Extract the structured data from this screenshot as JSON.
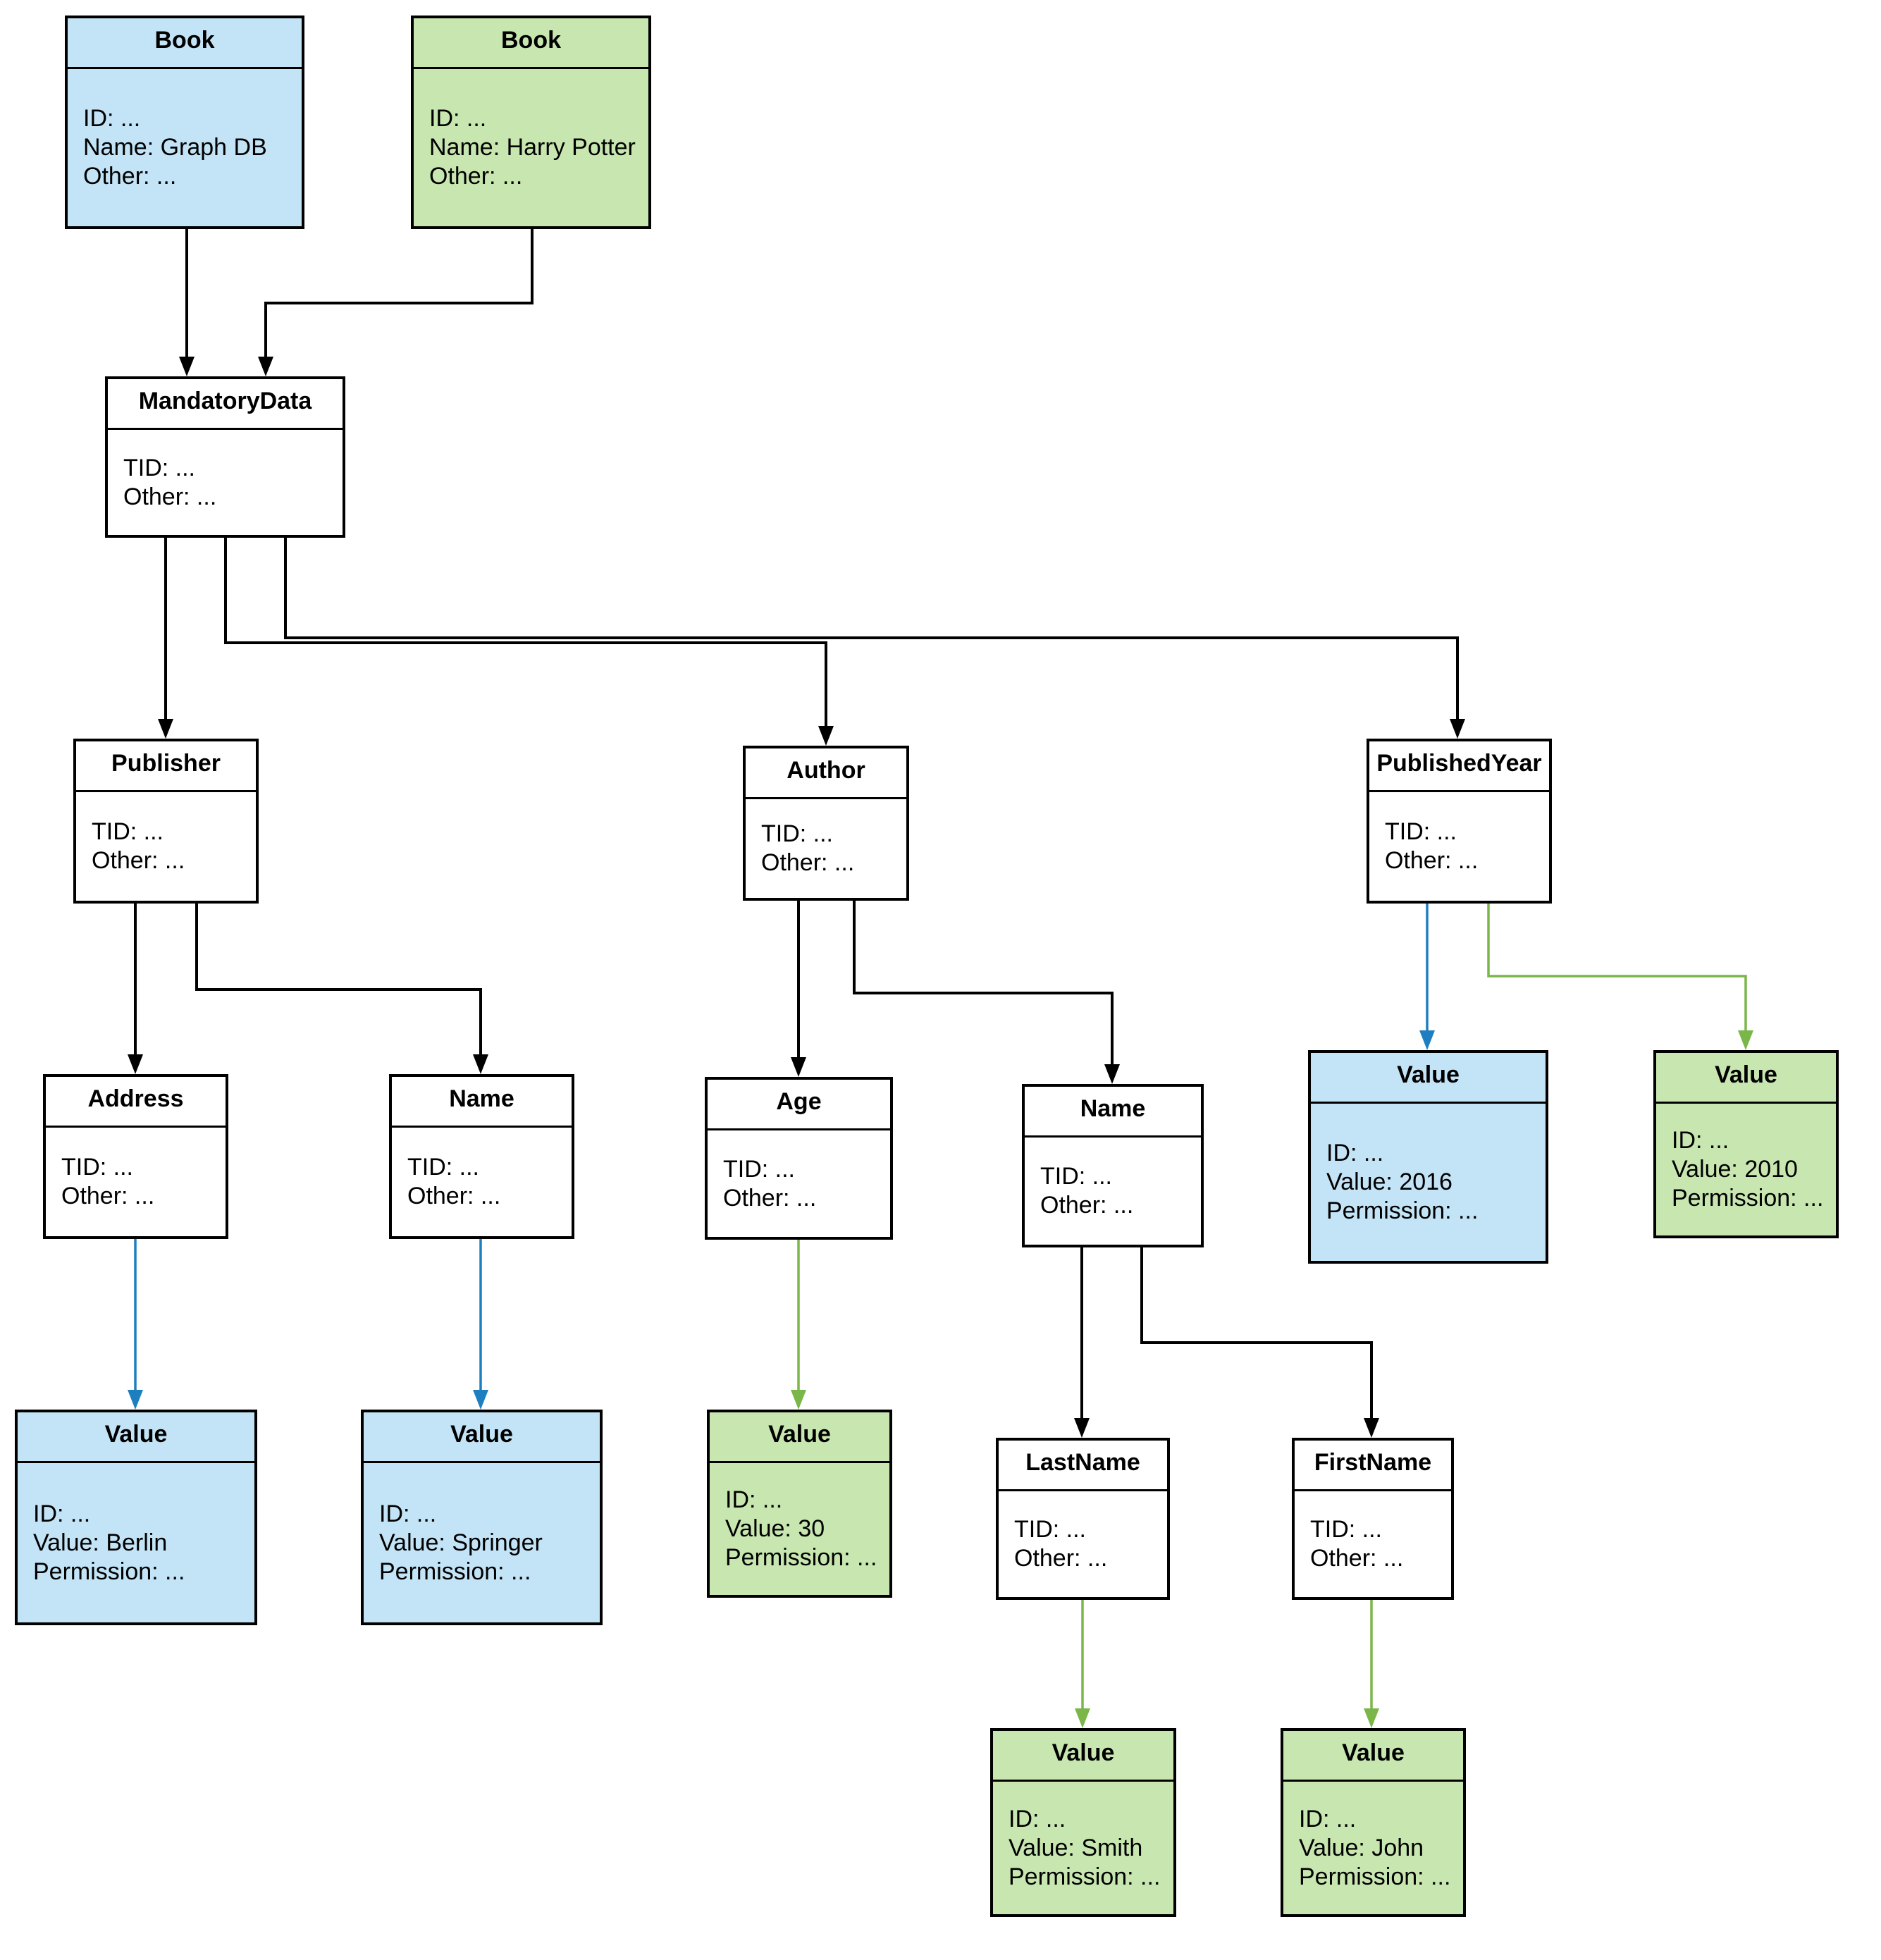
{
  "colors": {
    "blue": "#c3e4f6",
    "green": "#c8e7b0",
    "edge_black": "#000000",
    "edge_blue": "#1d7fbf",
    "edge_green": "#7ab648"
  },
  "nodes": [
    {
      "id": "book-graphdb",
      "title": "Book",
      "theme": "blue",
      "lines": [
        "ID: ...",
        "Name: Graph DB",
        "Other: ..."
      ]
    },
    {
      "id": "book-harrypotter",
      "title": "Book",
      "theme": "green",
      "lines": [
        "ID: ...",
        "Name: Harry Potter",
        "Other: ..."
      ]
    },
    {
      "id": "mandatorydata",
      "title": "MandatoryData",
      "theme": "white",
      "lines": [
        "TID: ...",
        "Other: ..."
      ]
    },
    {
      "id": "publisher",
      "title": "Publisher",
      "theme": "white",
      "lines": [
        "TID: ...",
        "Other: ..."
      ]
    },
    {
      "id": "author",
      "title": "Author",
      "theme": "white",
      "lines": [
        "TID: ...",
        "Other: ..."
      ]
    },
    {
      "id": "publishedyear",
      "title": "PublishedYear",
      "theme": "white",
      "lines": [
        "TID: ...",
        "Other: ..."
      ]
    },
    {
      "id": "address",
      "title": "Address",
      "theme": "white",
      "lines": [
        "TID: ...",
        "Other: ..."
      ]
    },
    {
      "id": "publisher-name",
      "title": "Name",
      "theme": "white",
      "lines": [
        "TID: ...",
        "Other: ..."
      ]
    },
    {
      "id": "age",
      "title": "Age",
      "theme": "white",
      "lines": [
        "TID: ...",
        "Other: ..."
      ]
    },
    {
      "id": "author-name",
      "title": "Name",
      "theme": "white",
      "lines": [
        "TID: ...",
        "Other: ..."
      ]
    },
    {
      "id": "value-2016",
      "title": "Value",
      "theme": "blue",
      "lines": [
        "ID: ...",
        "Value: 2016",
        "Permission: ..."
      ]
    },
    {
      "id": "value-2010",
      "title": "Value",
      "theme": "green",
      "lines": [
        "ID: ...",
        "Value: 2010",
        "Permission: ..."
      ]
    },
    {
      "id": "value-berlin",
      "title": "Value",
      "theme": "blue",
      "lines": [
        "ID: ...",
        "Value: Berlin",
        "Permission: ..."
      ]
    },
    {
      "id": "value-springer",
      "title": "Value",
      "theme": "blue",
      "lines": [
        "ID: ...",
        "Value: Springer",
        "Permission: ..."
      ]
    },
    {
      "id": "value-30",
      "title": "Value",
      "theme": "green",
      "lines": [
        "ID: ...",
        "Value: 30",
        "Permission: ..."
      ]
    },
    {
      "id": "lastname",
      "title": "LastName",
      "theme": "white",
      "lines": [
        "TID: ...",
        "Other: ..."
      ]
    },
    {
      "id": "firstname",
      "title": "FirstName",
      "theme": "white",
      "lines": [
        "TID: ...",
        "Other: ..."
      ]
    },
    {
      "id": "value-smith",
      "title": "Value",
      "theme": "green",
      "lines": [
        "ID: ...",
        "Value: Smith",
        "Permission: ..."
      ]
    },
    {
      "id": "value-john",
      "title": "Value",
      "theme": "green",
      "lines": [
        "ID: ...",
        "Value: John",
        "Permission: ..."
      ]
    }
  ],
  "edges": [
    {
      "from": "book-graphdb",
      "to": "mandatorydata",
      "color": "black"
    },
    {
      "from": "book-harrypotter",
      "to": "mandatorydata",
      "color": "black"
    },
    {
      "from": "mandatorydata",
      "to": "publisher",
      "color": "black"
    },
    {
      "from": "mandatorydata",
      "to": "author",
      "color": "black"
    },
    {
      "from": "mandatorydata",
      "to": "publishedyear",
      "color": "black"
    },
    {
      "from": "publisher",
      "to": "address",
      "color": "black"
    },
    {
      "from": "publisher",
      "to": "publisher-name",
      "color": "black"
    },
    {
      "from": "author",
      "to": "age",
      "color": "black"
    },
    {
      "from": "author",
      "to": "author-name",
      "color": "black"
    },
    {
      "from": "publishedyear",
      "to": "value-2016",
      "color": "blue"
    },
    {
      "from": "publishedyear",
      "to": "value-2010",
      "color": "green"
    },
    {
      "from": "address",
      "to": "value-berlin",
      "color": "blue"
    },
    {
      "from": "publisher-name",
      "to": "value-springer",
      "color": "blue"
    },
    {
      "from": "age",
      "to": "value-30",
      "color": "green"
    },
    {
      "from": "author-name",
      "to": "lastname",
      "color": "black"
    },
    {
      "from": "author-name",
      "to": "firstname",
      "color": "black"
    },
    {
      "from": "lastname",
      "to": "value-smith",
      "color": "green"
    },
    {
      "from": "firstname",
      "to": "value-john",
      "color": "green"
    }
  ]
}
